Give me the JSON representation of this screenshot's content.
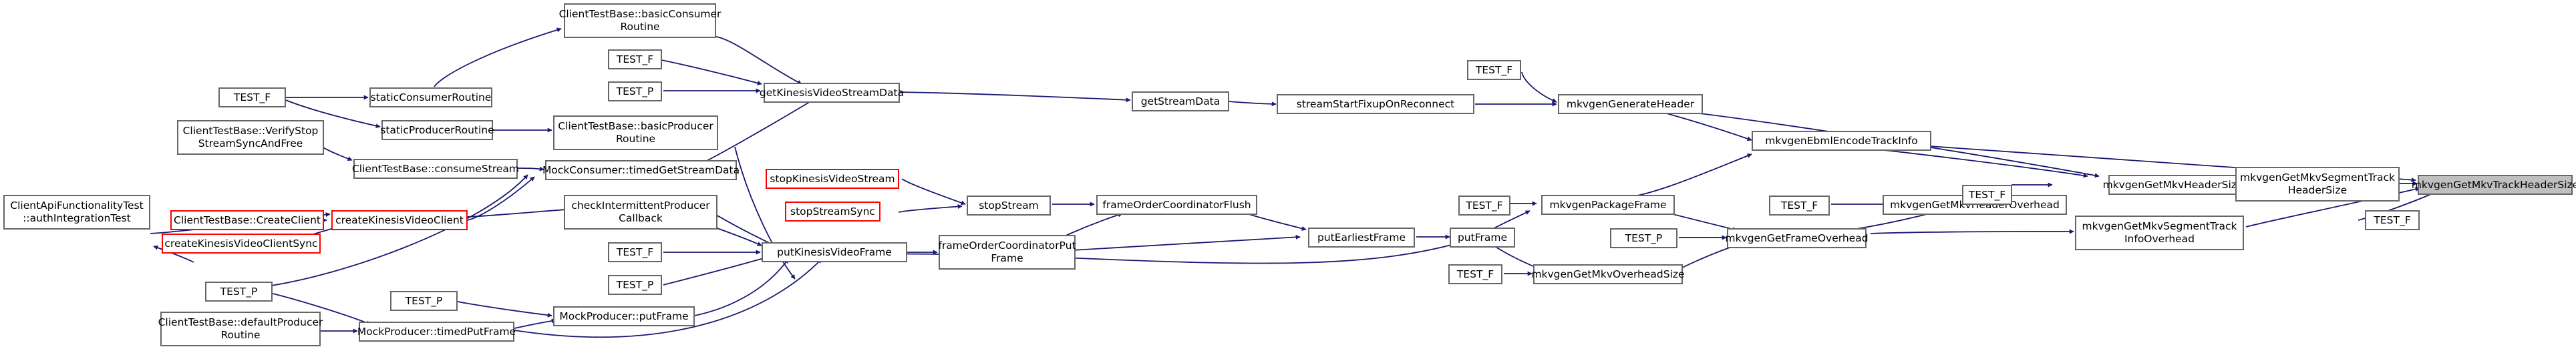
{
  "colors": {
    "edge": "#191970",
    "node_border": "#666666",
    "node_border_missing": "#ff0000",
    "current_fill": "#bfbfbf"
  },
  "nodes": [
    {
      "id": "basicConsumer",
      "lines": [
        "ClientTestBase::basicConsumer",
        "Routine"
      ],
      "red": false
    },
    {
      "id": "getKVSData",
      "lines": [
        "getKinesisVideoStreamData"
      ],
      "red": false
    },
    {
      "id": "testF1",
      "lines": [
        "TEST_F"
      ],
      "red": false
    },
    {
      "id": "staticConsumer",
      "lines": [
        "staticConsumerRoutine"
      ],
      "red": false
    },
    {
      "id": "staticProducer",
      "lines": [
        "staticProducerRoutine"
      ],
      "red": false
    },
    {
      "id": "testF2",
      "lines": [
        "TEST_F"
      ],
      "red": false
    },
    {
      "id": "testP1",
      "lines": [
        "TEST_P"
      ],
      "red": false
    },
    {
      "id": "getStreamData",
      "lines": [
        "getStreamData"
      ],
      "red": false
    },
    {
      "id": "streamStartFixup",
      "lines": [
        "streamStartFixupOnReconnect"
      ],
      "red": false
    },
    {
      "id": "testF3",
      "lines": [
        "TEST_F"
      ],
      "red": false
    },
    {
      "id": "mkvGenHeader",
      "lines": [
        "mkvgenGenerateHeader"
      ],
      "red": false
    },
    {
      "id": "verifyStop",
      "lines": [
        "ClientTestBase::VerifyStop",
        "StreamSyncAndFree"
      ],
      "red": false
    },
    {
      "id": "consumeStream",
      "lines": [
        "ClientTestBase::consumeStream"
      ],
      "red": false
    },
    {
      "id": "basicProducer",
      "lines": [
        "ClientTestBase::basicProducer",
        "Routine"
      ],
      "red": false
    },
    {
      "id": "timedGetStream",
      "lines": [
        "MockConsumer::timedGetStreamData"
      ],
      "red": false
    },
    {
      "id": "ebmlEncode",
      "lines": [
        "mkvgenEbmlEncodeTrackInfo"
      ],
      "red": false
    },
    {
      "id": "stopKVS",
      "lines": [
        "stopKinesisVideoStream"
      ],
      "red": true
    },
    {
      "id": "stopStreamSync",
      "lines": [
        "stopStreamSync"
      ],
      "red": true
    },
    {
      "id": "stopStream",
      "lines": [
        "stopStream"
      ],
      "red": false
    },
    {
      "id": "frameOrderFlush",
      "lines": [
        "frameOrderCoordinatorFlush"
      ],
      "red": false
    },
    {
      "id": "testF4",
      "lines": [
        "TEST_F"
      ],
      "red": false
    },
    {
      "id": "mkvHeaderSize",
      "lines": [
        "mkvgenGetMkvHeaderSize"
      ],
      "red": false
    },
    {
      "id": "segTrackHeaderSize",
      "lines": [
        "mkvgenGetMkvSegmentTrack",
        "HeaderSize"
      ],
      "red": false
    },
    {
      "id": "mkvTrackHeaderSize",
      "lines": [
        "mkvgenGetMkvTrackHeaderSize"
      ],
      "red": false,
      "current": true
    },
    {
      "id": "clientApiTest",
      "lines": [
        "ClientApiFunctionalityTest",
        "::authIntegrationTest"
      ],
      "red": false
    },
    {
      "id": "createClientBase",
      "lines": [
        "ClientTestBase::CreateClient"
      ],
      "red": true
    },
    {
      "id": "createKVClient",
      "lines": [
        "createKinesisVideoClient"
      ],
      "red": true
    },
    {
      "id": "checkIntermittent",
      "lines": [
        "checkIntermittentProducer",
        "Callback"
      ],
      "red": false
    },
    {
      "id": "testF5",
      "lines": [
        "TEST_F"
      ],
      "red": false
    },
    {
      "id": "mkvPackageFrame",
      "lines": [
        "mkvgenPackageFrame"
      ],
      "red": false
    },
    {
      "id": "testF6",
      "lines": [
        "TEST_F"
      ],
      "red": false
    },
    {
      "id": "mkvHeaderOverhead",
      "lines": [
        "mkvgenGetMkvHeaderOverhead"
      ],
      "red": false
    },
    {
      "id": "createKVClientSync",
      "lines": [
        "createKinesisVideoClientSync"
      ],
      "red": true
    },
    {
      "id": "testF7",
      "lines": [
        "TEST_F"
      ],
      "red": false
    },
    {
      "id": "putKVFrame",
      "lines": [
        "putKinesisVideoFrame"
      ],
      "red": false
    },
    {
      "id": "frameOrderPut",
      "lines": [
        "frameOrderCoordinatorPut",
        "Frame"
      ],
      "red": false
    },
    {
      "id": "putEarliestFrame",
      "lines": [
        "putEarliestFrame"
      ],
      "red": false
    },
    {
      "id": "putFrame",
      "lines": [
        "putFrame"
      ],
      "red": false
    },
    {
      "id": "testP2",
      "lines": [
        "TEST_P"
      ],
      "red": false
    },
    {
      "id": "mkvFrameOverhead",
      "lines": [
        "mkvgenGetFrameOverhead"
      ],
      "red": false
    },
    {
      "id": "segTrackInfoOverhead",
      "lines": [
        "mkvgenGetMkvSegmentTrack",
        "InfoOverhead"
      ],
      "red": false
    },
    {
      "id": "testF8",
      "lines": [
        "TEST_F"
      ],
      "red": false
    },
    {
      "id": "testP3",
      "lines": [
        "TEST_P"
      ],
      "red": false
    },
    {
      "id": "testP4",
      "lines": [
        "TEST_P"
      ],
      "red": false
    },
    {
      "id": "testP5",
      "lines": [
        "TEST_P"
      ],
      "red": false
    },
    {
      "id": "mockPutFrame",
      "lines": [
        "MockProducer::putFrame"
      ],
      "red": false
    },
    {
      "id": "testF9",
      "lines": [
        "TEST_F"
      ],
      "red": false
    },
    {
      "id": "mkvOverheadSize",
      "lines": [
        "mkvgenGetMkvOverheadSize"
      ],
      "red": false
    },
    {
      "id": "defaultProducer",
      "lines": [
        "ClientTestBase::defaultProducer",
        "Routine"
      ],
      "red": false
    },
    {
      "id": "timedPutFrame",
      "lines": [
        "MockProducer::timedPutFrame"
      ],
      "red": false
    }
  ]
}
